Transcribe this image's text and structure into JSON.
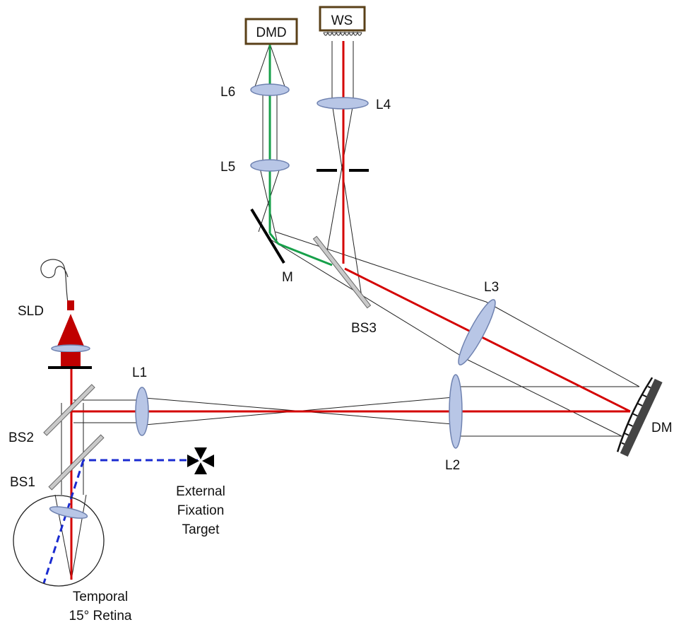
{
  "components": {
    "dmd": "DMD",
    "ws": "WS",
    "l1": "L1",
    "l2": "L2",
    "l3": "L3",
    "l4": "L4",
    "l5": "L5",
    "l6": "L6",
    "mirror": "M",
    "bs1": "BS1",
    "bs2": "BS2",
    "bs3": "BS3",
    "sld": "SLD",
    "dm": "DM"
  },
  "target": {
    "line1": "External",
    "line2": "Fixation",
    "line3": "Target"
  },
  "retina": {
    "line1": "Temporal",
    "line2": "15° Retina"
  },
  "colors": {
    "beam_red": "#d40000",
    "beam_green": "#17a04a",
    "fixation_blue": "#1a2bd0",
    "lens_fill": "#b8c6e6",
    "box_border": "#5a4018"
  }
}
